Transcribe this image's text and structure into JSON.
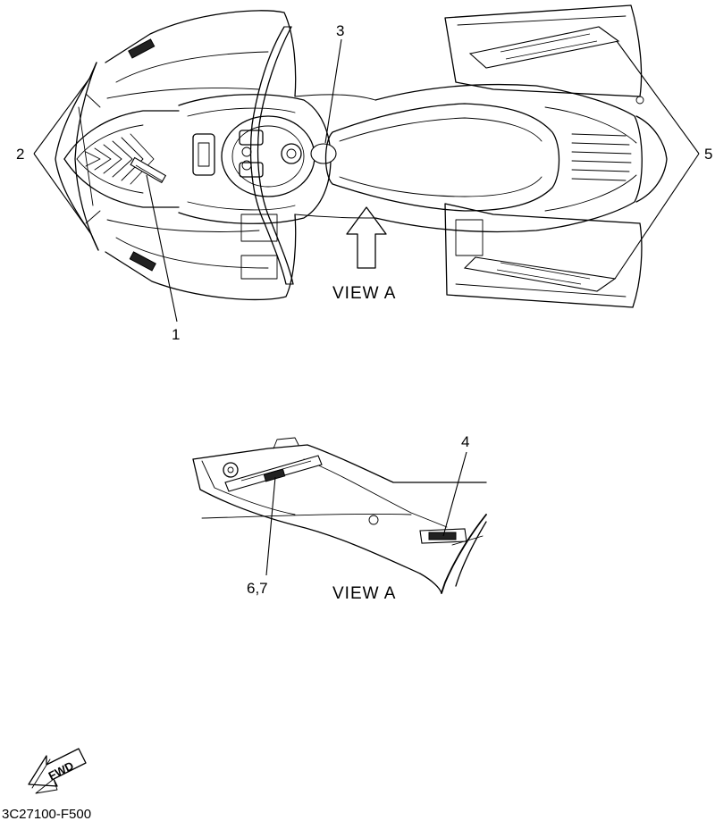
{
  "callouts": {
    "c1": "1",
    "c2": "2",
    "c3": "3",
    "c4": "4",
    "c5": "5",
    "c67": "6,7"
  },
  "views": {
    "view_a_top": "VIEW A",
    "view_a_bottom": "VIEW A"
  },
  "fwd_label": "FWD",
  "diagram_code": "3C27100-F500"
}
